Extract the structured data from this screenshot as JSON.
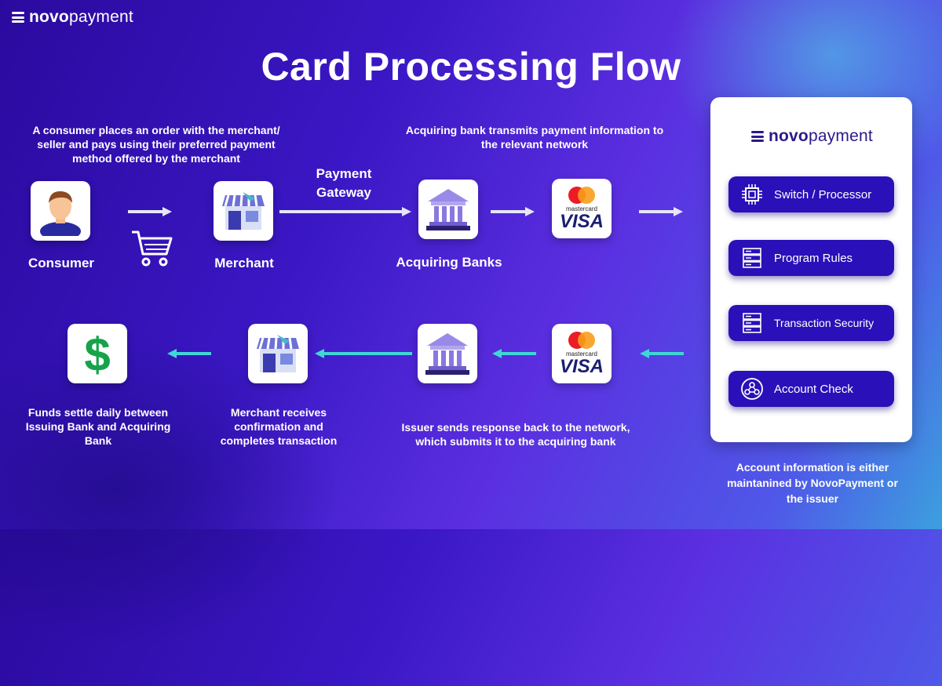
{
  "brand": {
    "bold": "novo",
    "light": "payment"
  },
  "title": "Card Processing Flow",
  "captions": {
    "consumer_order": "A consumer places an order with the merchant/ seller and pays using their preferred payment method offered by the merchant",
    "acquiring_transmit": "Acquiring bank transmits payment information to the relevant network",
    "funds_settle": "Funds settle daily between Issuing Bank and Acquiring Bank",
    "merchant_receives": "Merchant receives confirmation and completes transaction",
    "issuer_response": "Issuer sends response back to the network, which submits it to the acquiring bank",
    "account_info": "Account information is either maintanined by NovoPayment or the issuer"
  },
  "labels": {
    "consumer": "Consumer",
    "merchant": "Merchant",
    "payment_gateway": "Payment Gateway",
    "acquiring_banks": "Acquiring Banks"
  },
  "card_brands": {
    "mastercard": "mastercard",
    "visa": "VISA"
  },
  "panel_items": [
    {
      "label": "Switch / Processor",
      "icon": "chip-icon"
    },
    {
      "label": "Program Rules",
      "icon": "server-icon"
    },
    {
      "label": "Transaction Security",
      "icon": "server-icon"
    },
    {
      "label": "Account Check",
      "icon": "network-icon"
    }
  ],
  "colors": {
    "arrow_top": "#e6e6f5",
    "arrow_bottom": "#3fd6d6",
    "accent": "#2a10b8"
  }
}
